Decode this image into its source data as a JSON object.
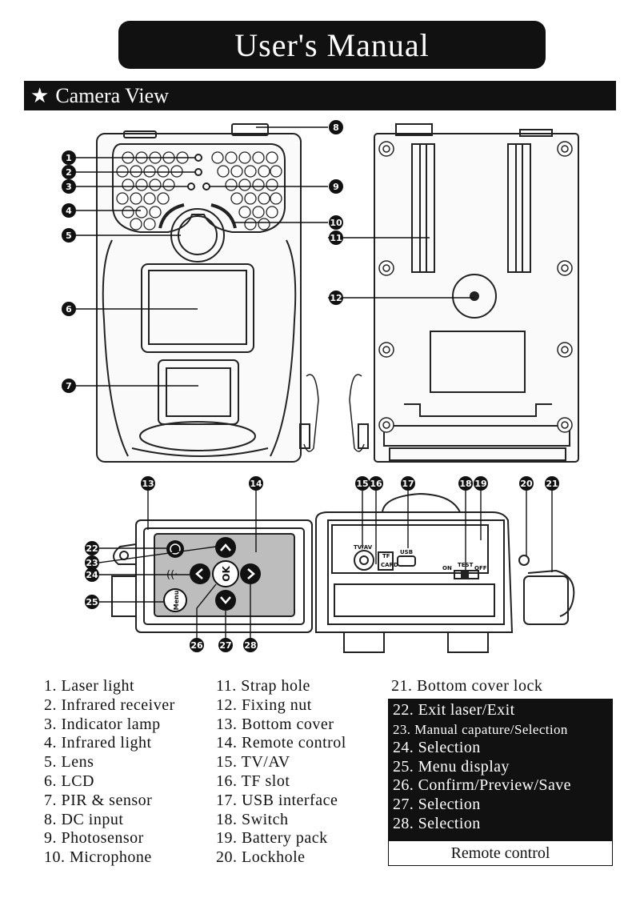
{
  "title": "User's Manual",
  "section": {
    "icon": "star-icon",
    "label": "Camera View"
  },
  "callouts": [
    "1",
    "2",
    "3",
    "4",
    "5",
    "6",
    "7",
    "8",
    "9",
    "10",
    "11",
    "12",
    "13",
    "14",
    "15",
    "16",
    "17",
    "18",
    "19",
    "20",
    "21",
    "22",
    "23",
    "24",
    "25",
    "26",
    "27",
    "28"
  ],
  "diagram_labels": {
    "tv_av": "TV/AV",
    "tf": "TF",
    "card": "CARD",
    "usb": "USB",
    "test": "TEST",
    "on": "ON",
    "off": "OFF",
    "ok": "OK",
    "menu": "Menu"
  },
  "legend_col1": [
    "1. Laser light",
    "2. Infrared receiver",
    "3. Indicator lamp",
    "4. Infrared light",
    "5. Lens",
    "6. LCD",
    "7. PIR & sensor",
    "8. DC input",
    "9. Photosensor",
    "10. Microphone"
  ],
  "legend_col2": [
    "11. Strap hole",
    "12. Fixing nut",
    "13. Bottom cover",
    "14. Remote control",
    "15. TV/AV",
    "16. TF slot",
    "17. USB interface",
    "18. Switch",
    "19. Battery pack",
    "20. Lockhole"
  ],
  "legend_col3_top": "21. Bottom cover lock",
  "remote_items": [
    "22. Exit laser/Exit",
    "23. Manual capature/Selection",
    "24. Selection",
    "25. Menu display",
    "26. Confirm/Preview/Save",
    "27. Selection",
    "28. Selection"
  ],
  "remote_caption": "Remote control"
}
